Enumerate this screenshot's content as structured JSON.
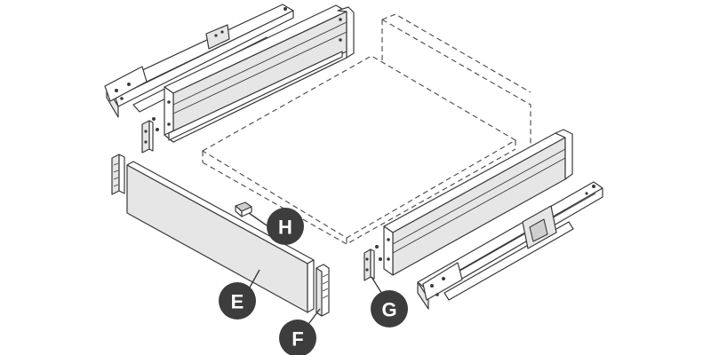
{
  "labels": {
    "E": "E",
    "F": "F",
    "G": "G",
    "H": "H"
  },
  "colors": {
    "badge": "#3d3d3d",
    "line": "#3a3a3a",
    "panel_fill": "#e6e6e6"
  }
}
